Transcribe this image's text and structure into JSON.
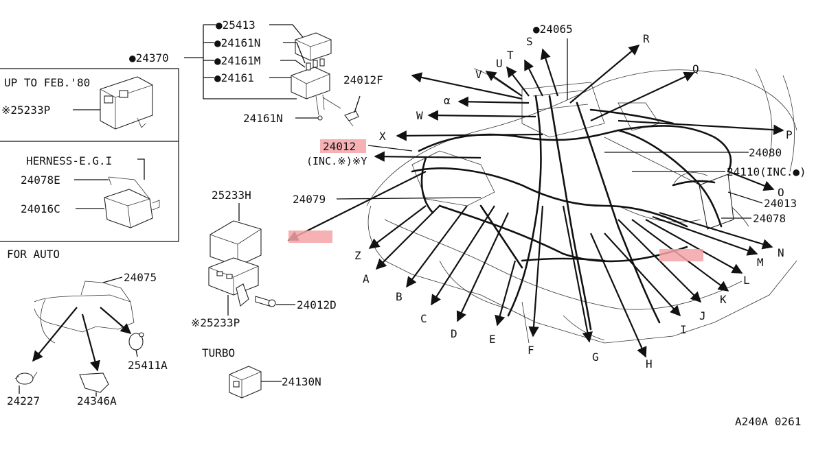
{
  "inset_top": {
    "title": "UP TO FEB.'80",
    "part": "※25233P"
  },
  "inset_mid": {
    "title": "HERNESS-E.G.I",
    "parts": [
      "24078E",
      "24016C"
    ]
  },
  "for_auto": {
    "title": "FOR AUTO",
    "parts": [
      "24075",
      "25411A",
      "24227",
      "24346A"
    ]
  },
  "relay_group": {
    "main": "●24370",
    "parts": [
      "●25413",
      "●24161N",
      "●24161M",
      "●24161",
      "24161N",
      "24012F"
    ]
  },
  "fuse_group": {
    "parts": [
      "25233H",
      "※25233P",
      "24012D"
    ]
  },
  "turbo": {
    "title": "TURBO",
    "part": "24130N"
  },
  "harness": {
    "top_part": "●24065",
    "left_parts": [
      "24012",
      "(INC.※)※Y",
      "24079"
    ],
    "right_parts": [
      "24080",
      "24110(INC.●)",
      "24013",
      "24078"
    ],
    "letters_top": [
      "α",
      "V",
      "U",
      "T",
      "S",
      "R",
      "Q",
      "P",
      "W",
      "X"
    ],
    "letters_bottom": [
      "Z",
      "A",
      "B",
      "C",
      "D",
      "E",
      "F",
      "G",
      "H",
      "I",
      "J",
      "K",
      "L",
      "M",
      "N",
      "O"
    ]
  },
  "diagram_code": "A240A 0261"
}
